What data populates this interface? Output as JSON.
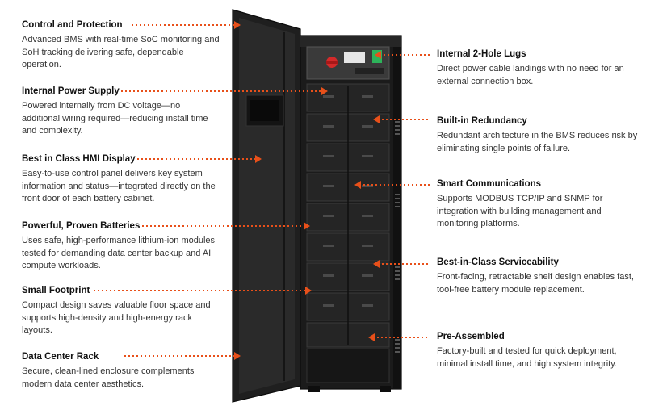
{
  "accent_color": "#e8501a",
  "left_callouts": [
    {
      "title": "Control and Protection",
      "desc": "Advanced BMS with real-time SoC monitoring and SoH tracking delivering safe, dependable operation."
    },
    {
      "title": "Internal Power Supply",
      "desc": "Powered internally from DC voltage—no additional wiring required—reducing install time and complexity."
    },
    {
      "title": "Best in Class HMI Display",
      "desc": "Easy-to-use control panel delivers key system information and status—integrated directly on the front door of each battery cabinet."
    },
    {
      "title": "Powerful, Proven Batteries",
      "desc": "Uses safe, high-performance lithium-ion modules tested for demanding data center backup and AI compute workloads."
    },
    {
      "title": "Small Footprint",
      "desc": "Compact design saves valuable floor space and supports high-density and high-energy rack layouts."
    },
    {
      "title": "Data Center Rack",
      "desc": "Secure, clean-lined enclosure complements modern data center aesthetics."
    }
  ],
  "right_callouts": [
    {
      "title": "Internal 2-Hole Lugs",
      "desc": "Direct power cable landings with no need for an external connection box."
    },
    {
      "title": "Built-in Redundancy",
      "desc": "Redundant architecture in the BMS reduces risk by eliminating single points of failure."
    },
    {
      "title": "Smart Communications",
      "desc": "Supports MODBUS TCP/IP and SNMP for integration with building management and monitoring platforms."
    },
    {
      "title": "Best-in-Class Serviceability",
      "desc": "Front-facing, retractable shelf design enables fast, tool-free battery module replacement."
    },
    {
      "title": "Pre-Assembled",
      "desc": "Factory-built and tested for quick deployment, minimal install time, and high system integrity."
    }
  ]
}
